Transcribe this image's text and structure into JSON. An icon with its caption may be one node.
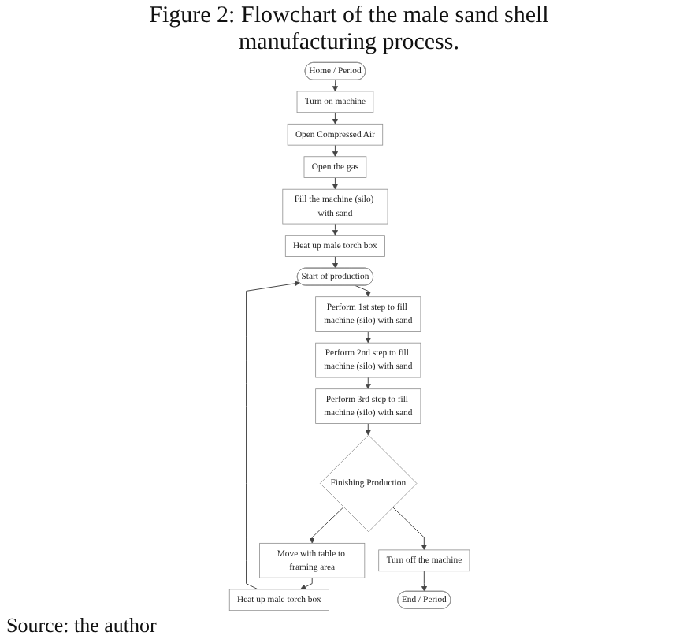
{
  "diagram": {
    "title": "Figure 2: Flowchart of the male sand shell manufacturing process.",
    "caption": "Source: the author",
    "nodes": [
      {
        "text": [
          "Home / Period"
        ]
      },
      {
        "text": [
          "Turn on machine"
        ]
      },
      {
        "text": [
          "Open Compressed Air"
        ]
      },
      {
        "text": [
          "Open the gas"
        ]
      },
      {
        "text": [
          "Fill the machine (silo) with sand"
        ]
      },
      {
        "text": [
          "Heat up male torch box"
        ]
      },
      {
        "text": [
          "Start of production"
        ]
      },
      {
        "text": [
          "Perform 1st step to fill machine (silo) with sand"
        ]
      },
      {
        "text": [
          "Perform 2nd step to fill machine (silo) with sand"
        ]
      },
      {
        "text": [
          "Perform 3rd step to fill machine (silo) with sand"
        ]
      },
      {
        "text": [
          "Finishing Production"
        ]
      },
      {
        "text": [
          "Move with table to framing area"
        ]
      },
      {
        "text": [
          "Heat up male torch box"
        ]
      },
      {
        "text": [
          "Turn off the machine"
        ]
      },
      {
        "text": [
          "End / Period"
        ]
      }
    ],
    "edges": [
      {
        "from": 0,
        "to": 1,
        "arrow": "to"
      },
      {
        "from": 1,
        "to": 2,
        "arrow": "to"
      },
      {
        "from": 2,
        "to": 3,
        "arrow": "to"
      },
      {
        "from": 3,
        "to": 4,
        "arrow": "to"
      },
      {
        "from": 4,
        "to": 5,
        "arrow": "to"
      },
      {
        "from": 5,
        "to": 6,
        "arrow": "to"
      },
      {
        "from": 6,
        "to": 7,
        "arrow": "to"
      },
      {
        "from": 7,
        "to": 8,
        "arrow": "to"
      },
      {
        "from": 8,
        "to": 9,
        "arrow": "to"
      },
      {
        "from": 9,
        "to": 10,
        "arrow": "to"
      },
      {
        "from": 10,
        "to": 11,
        "arrow": "to"
      },
      {
        "from": 11,
        "to": 12,
        "arrow": "to"
      },
      {
        "from": 12,
        "to": 6,
        "arrow": "to"
      },
      {
        "from": 10,
        "to": 13,
        "arrow": "to"
      },
      {
        "from": 13,
        "to": 14,
        "arrow": "to"
      }
    ]
  }
}
